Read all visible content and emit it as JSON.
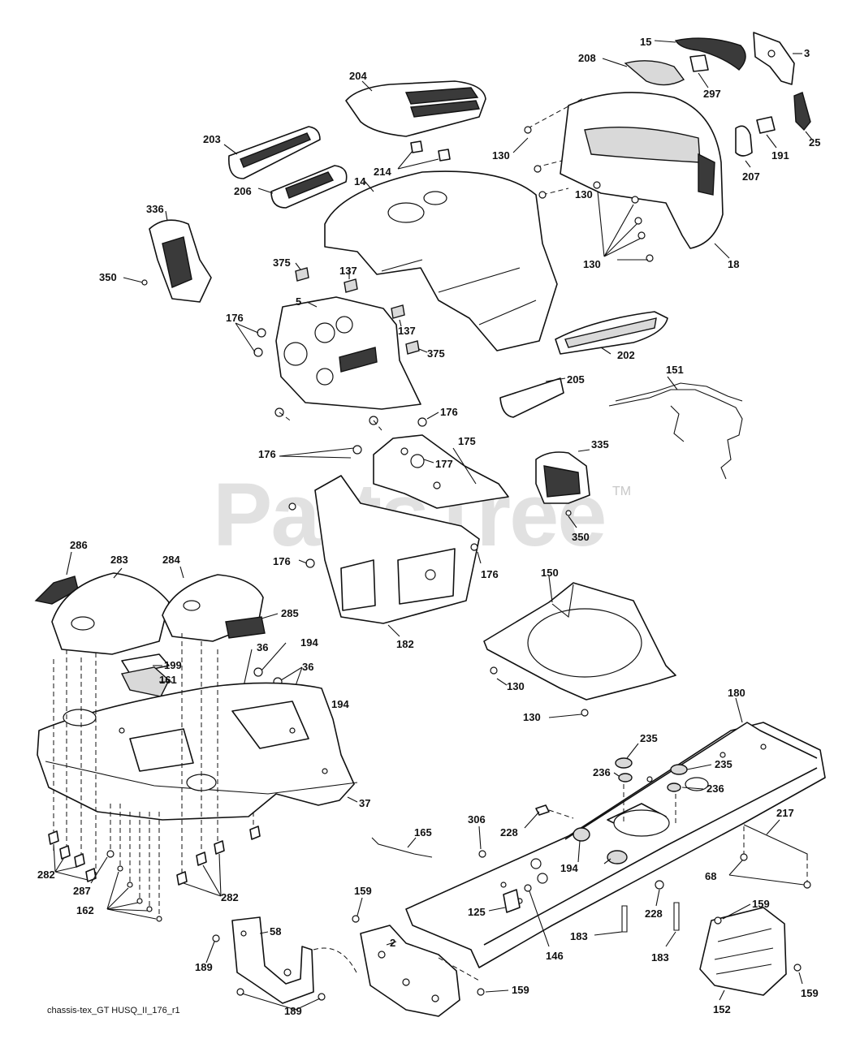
{
  "watermark": {
    "text": "PartsTree",
    "trademark": "TM"
  },
  "footer": {
    "caption": "chassis-tex_GT HUSQ_II_176_r1"
  },
  "labels": {
    "l15": "15",
    "l3": "3",
    "l208": "208",
    "l297": "297",
    "l25": "25",
    "l204": "204",
    "l130a": "130",
    "l130b": "130",
    "l130c": "130",
    "l191": "191",
    "l207": "207",
    "l203": "203",
    "l214": "214",
    "l14": "14",
    "l206": "206",
    "l18": "18",
    "l336": "336",
    "l350a": "350",
    "l375a": "375",
    "l137a": "137",
    "l137b": "137",
    "l375b": "375",
    "l5": "5",
    "l176a": "176",
    "l202": "202",
    "l205": "205",
    "l151": "151",
    "l176b": "176",
    "l176c": "176",
    "l175": "175",
    "l177": "177",
    "l335": "335",
    "l350b": "350",
    "l286": "286",
    "l283": "283",
    "l284": "284",
    "l285": "285",
    "l176d": "176",
    "l176e": "176",
    "l182": "182",
    "l150": "150",
    "l36a": "36",
    "l194a": "194",
    "l36b": "36",
    "l199": "199",
    "l161": "161",
    "l130d": "130",
    "l194b": "194",
    "l130e": "130",
    "l180": "180",
    "l235a": "235",
    "l236a": "236",
    "l235b": "235",
    "l236b": "236",
    "l37": "37",
    "l306": "306",
    "l228a": "228",
    "l165": "165",
    "l217": "217",
    "l282a": "282",
    "l287": "287",
    "l194c": "194",
    "l68": "68",
    "l282b": "282",
    "l162": "162",
    "l159a": "159",
    "l125": "125",
    "l228b": "228",
    "l159b": "159",
    "l58": "58",
    "l2": "2",
    "l146": "146",
    "l183a": "183",
    "l183b": "183",
    "l189a": "189",
    "l159c": "159",
    "l152": "152",
    "l159d": "159",
    "l189b": "189"
  }
}
